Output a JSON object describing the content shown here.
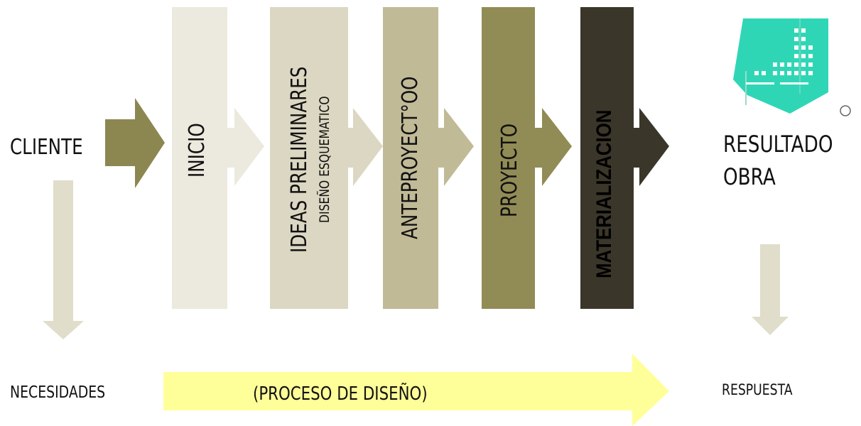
{
  "diagram": {
    "client_label": "CLIENTE",
    "needs_label": "NECESIDADES",
    "result_label_line1": "RESULTADO",
    "result_label_line2": "OBRA",
    "response_label": "RESPUESTA",
    "process_label": "(PROCESO DE DISEÑO)",
    "stages": [
      {
        "label": "INICIO",
        "color": "#ECE9DE"
      },
      {
        "label": "IDEAS PRELIMINARES",
        "sublabel": "DISEÑO ESQUEMATICO",
        "color": "#DCD7C2"
      },
      {
        "label": "ANTEPROYECT°OO",
        "color": "#C1BA97"
      },
      {
        "label": "PROYECTO",
        "color": "#918B55"
      },
      {
        "label": "MATERIALIZACION",
        "color": "#3B362A"
      }
    ],
    "colors": {
      "client_arrow": "#8C8651",
      "down_arrow": "#E0DDCA",
      "process_arrow": "#FFFF99",
      "building": "#2FD6B6"
    }
  }
}
